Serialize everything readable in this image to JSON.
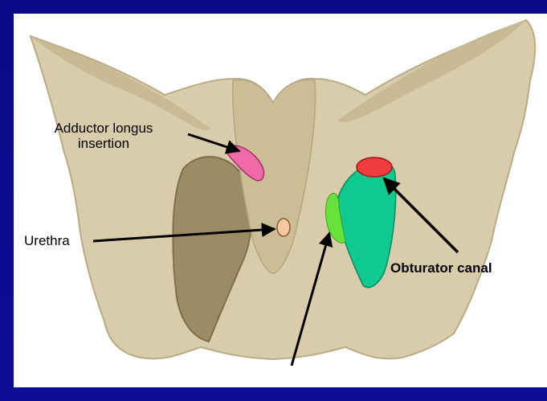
{
  "labels": {
    "adductor_line1": "Adductor longus",
    "adductor_line2": "insertion",
    "urethra": "Urethra",
    "obturator_canal": "Obturator canal"
  },
  "colors": {
    "background": "#0b0b8c",
    "panel": "#ffffff",
    "bone": "#d8ccaa",
    "adductor_region": "#f06aa8",
    "urethra_marker": "#f6c9a0",
    "obturator_membrane": "#0fc98e",
    "obturator_canal": "#ef3b3b",
    "light_green_region": "#66e23a"
  }
}
